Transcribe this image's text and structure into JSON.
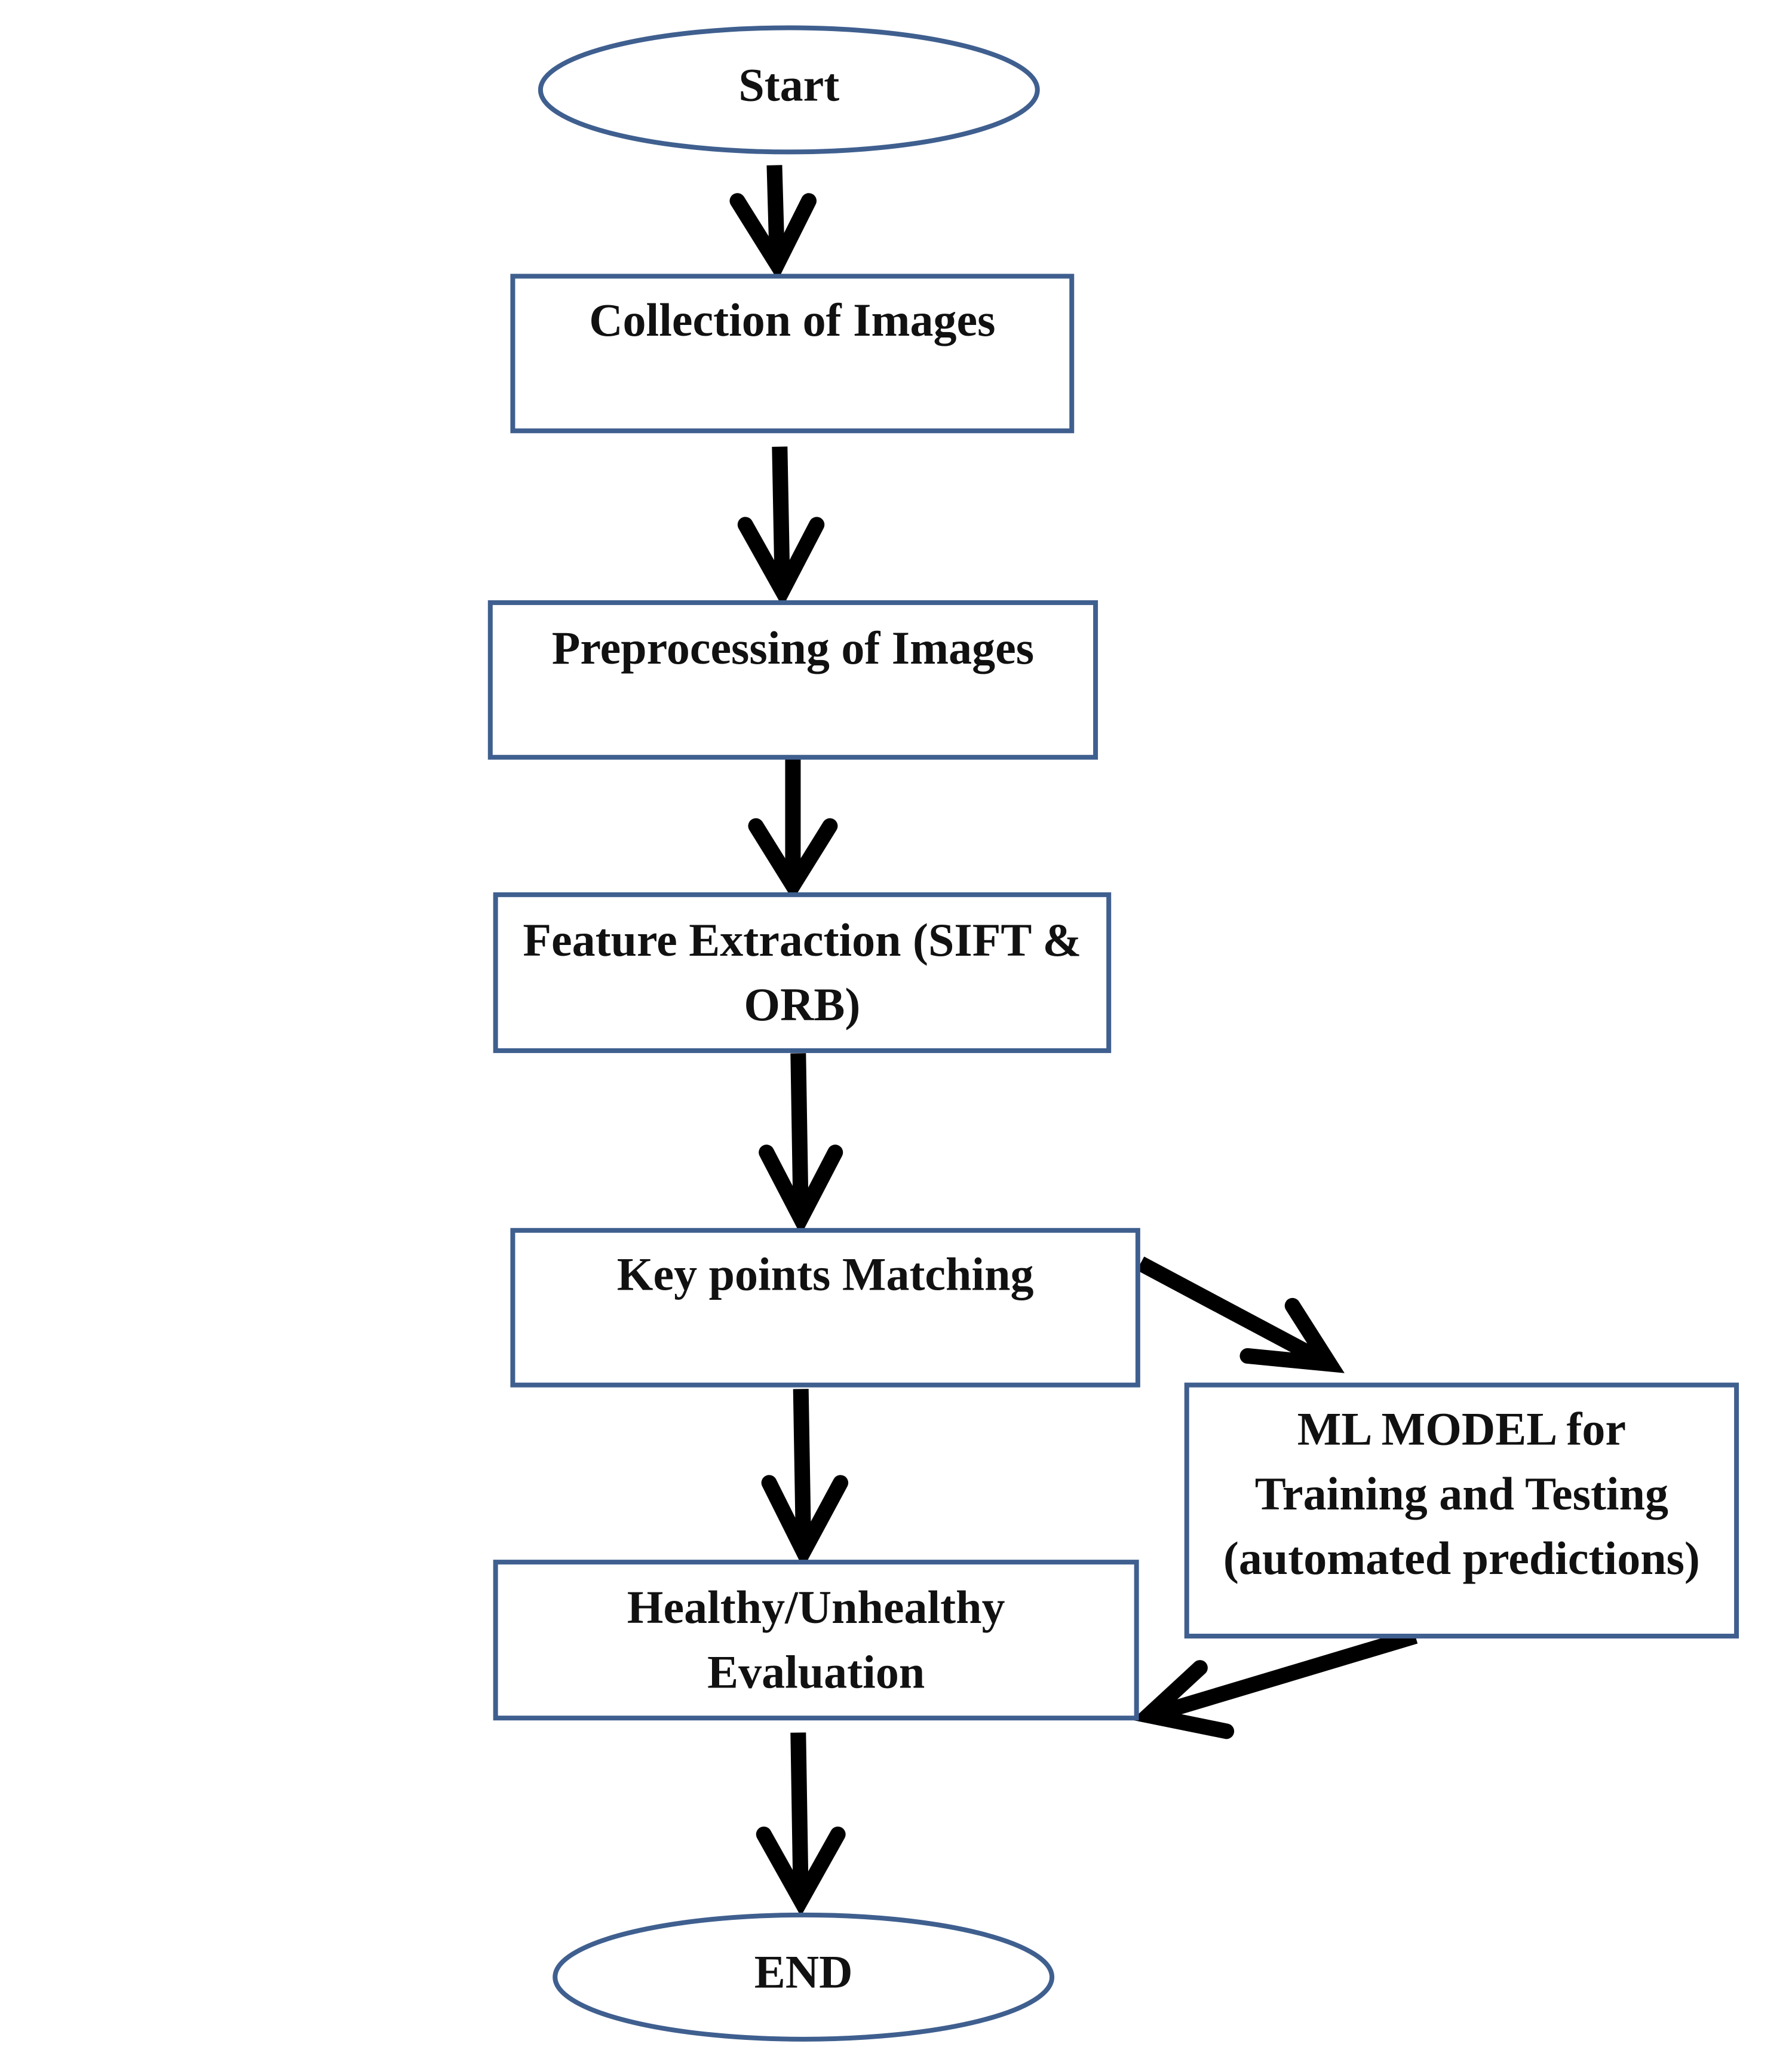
{
  "flowchart": {
    "nodes": [
      {
        "id": "start",
        "shape": "ellipse",
        "lines": [
          "Start"
        ]
      },
      {
        "id": "collection",
        "shape": "rect",
        "lines": [
          "Collection of Images"
        ]
      },
      {
        "id": "preprocessing",
        "shape": "rect",
        "lines": [
          "Preprocessing of Images"
        ]
      },
      {
        "id": "feature",
        "shape": "rect",
        "lines": [
          "Feature Extraction (SIFT &",
          "ORB)"
        ]
      },
      {
        "id": "keypoints",
        "shape": "rect",
        "lines": [
          "Key points Matching"
        ]
      },
      {
        "id": "ml",
        "shape": "rect",
        "lines": [
          "ML MODEL for",
          "Training and Testing",
          "(automated predictions)"
        ]
      },
      {
        "id": "evaluation",
        "shape": "rect",
        "lines": [
          "Healthy/Unhealthy",
          "Evaluation"
        ]
      },
      {
        "id": "end",
        "shape": "ellipse",
        "lines": [
          "END"
        ]
      }
    ],
    "edges": [
      {
        "from": "start",
        "to": "collection"
      },
      {
        "from": "collection",
        "to": "preprocessing"
      },
      {
        "from": "preprocessing",
        "to": "feature"
      },
      {
        "from": "feature",
        "to": "keypoints"
      },
      {
        "from": "keypoints",
        "to": "evaluation"
      },
      {
        "from": "keypoints",
        "to": "ml"
      },
      {
        "from": "ml",
        "to": "evaluation"
      },
      {
        "from": "evaluation",
        "to": "end"
      }
    ]
  }
}
